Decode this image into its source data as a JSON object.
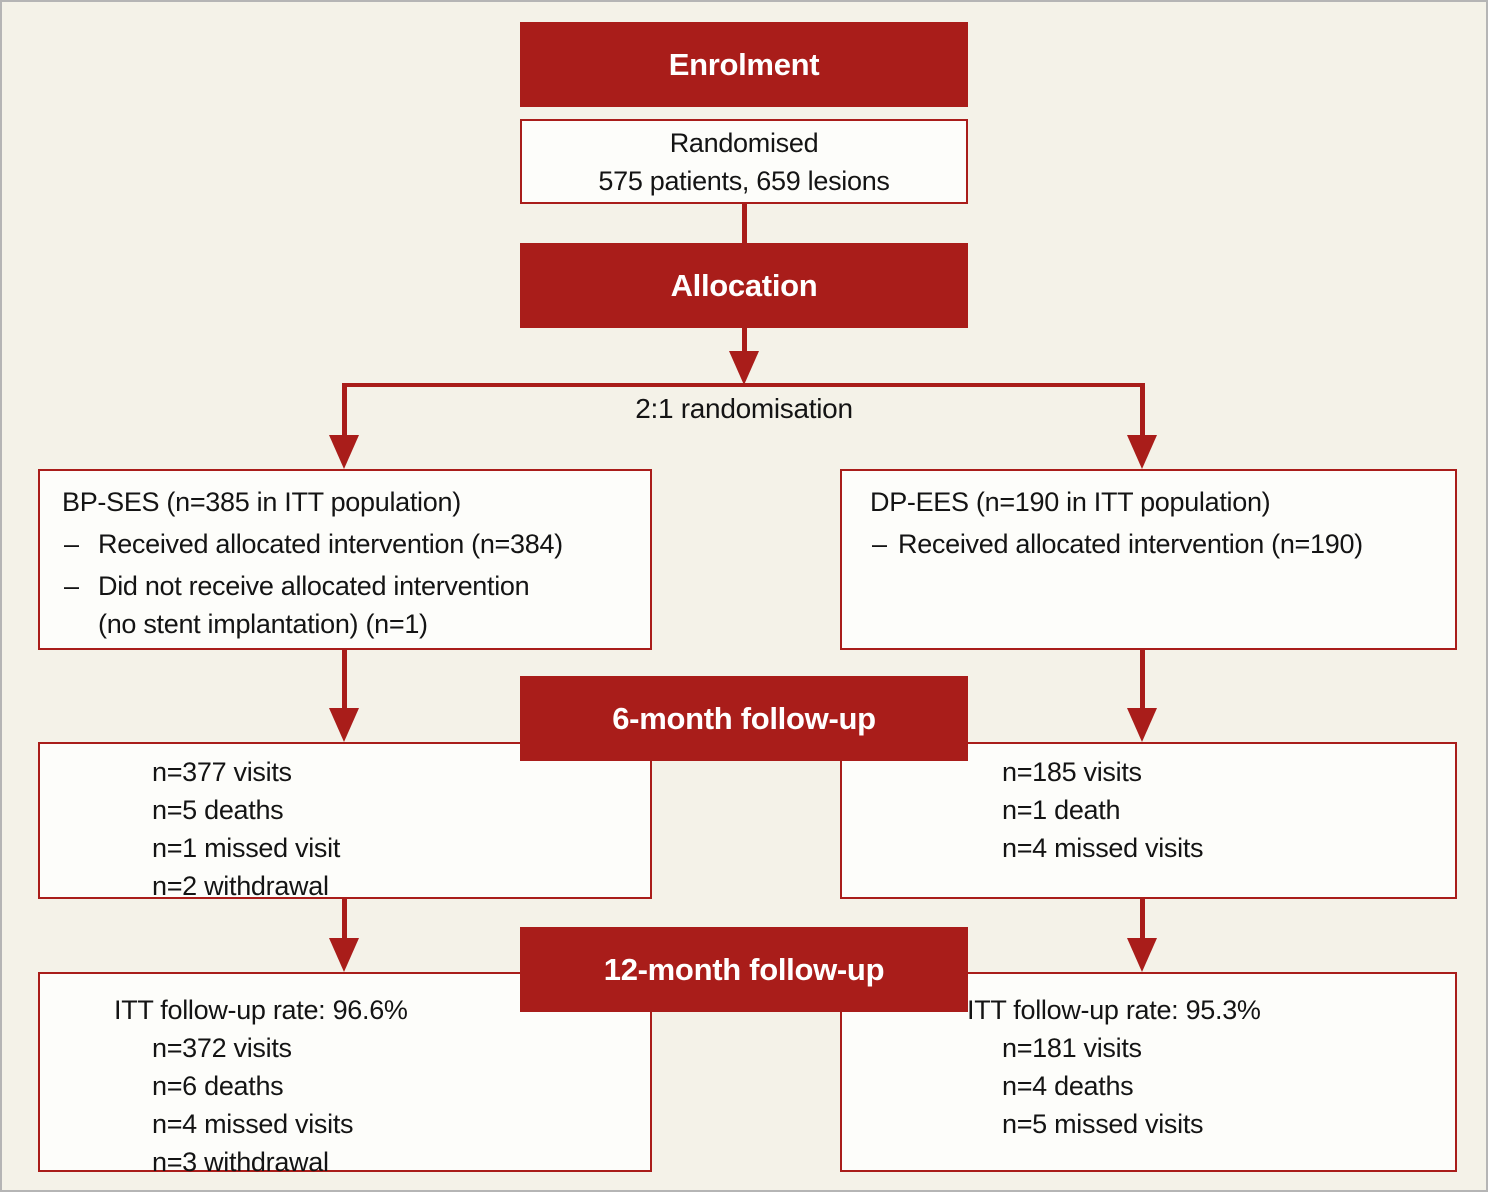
{
  "palette": {
    "background": "#f4f2e8",
    "banner_red": "#a91d1a",
    "box_border_red": "#a91d1a",
    "box_background": "#fdfdfa",
    "text": "#141414",
    "frame_gray": "#b5b5b5"
  },
  "banners": {
    "enrolment": "Enrolment",
    "allocation": "Allocation",
    "followup6": "6-month follow-up",
    "followup12": "12-month follow-up"
  },
  "randomised": {
    "line1": "Randomised",
    "line2": "575 patients, 659 lesions"
  },
  "branch_label": "2:1 randomisation",
  "bullet_dash": "–",
  "bpses": {
    "title": "BP-SES (n=385 in ITT population)",
    "bullet1": "Received allocated intervention (n=384)",
    "bullet2_line1": "Did not receive allocated intervention",
    "bullet2_line2": "(no stent implantation) (n=1)"
  },
  "dpees": {
    "title": "DP-EES (n=190 in ITT population)",
    "bullet1": "Received allocated intervention (n=190)"
  },
  "bpses_6m": {
    "line1": "n=377 visits",
    "line2": "n=5 deaths",
    "line3": "n=1 missed visit",
    "line4": "n=2 withdrawal"
  },
  "dpees_6m": {
    "line1": "n=185 visits",
    "line2": "n=1 death",
    "line3": "n=4 missed visits"
  },
  "bpses_12m": {
    "rate": "ITT follow-up rate: 96.6%",
    "line1": "n=372 visits",
    "line2": "n=6 deaths",
    "line3": "n=4 missed visits",
    "line4": "n=3 withdrawal"
  },
  "dpees_12m": {
    "rate": "ITT follow-up rate: 95.3%",
    "line1": "n=181 visits",
    "line2": "n=4 deaths",
    "line3": "n=5 missed visits"
  }
}
